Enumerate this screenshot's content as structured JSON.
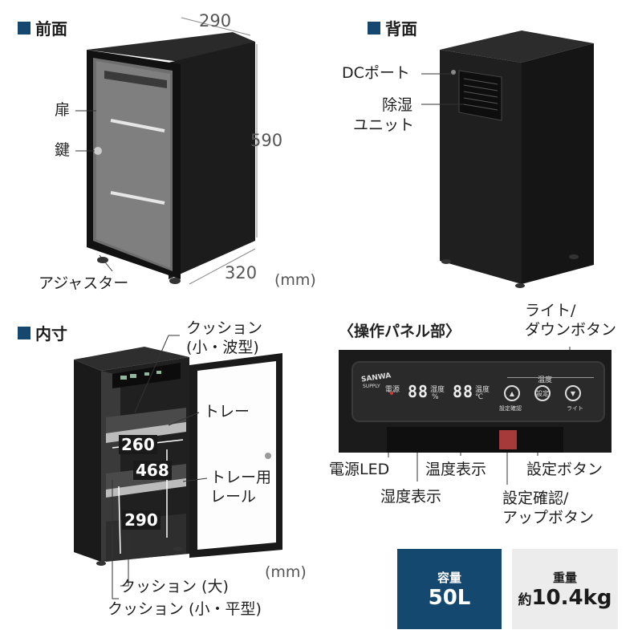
{
  "front": {
    "title": "前面",
    "width": "290",
    "height": "590",
    "depth": "320",
    "unit": "(mm)",
    "door": "扉",
    "key": "鍵",
    "adjuster": "アジャスター"
  },
  "back": {
    "title": "背面",
    "dc_port": "DCポート",
    "dehumid_1": "除湿",
    "dehumid_2": "ユニット"
  },
  "inner": {
    "title": "内寸",
    "cushion_wave_1": "クッション",
    "cushion_wave_2": "(小・波型)",
    "tray": "トレー",
    "tray_rail_1": "トレー用",
    "tray_rail_2": "レール",
    "w": "260",
    "h": "468",
    "d": "290",
    "cushion_large": "クッション (大)",
    "cushion_flat": "クッション (小・平型)",
    "unit": "(mm)"
  },
  "panel": {
    "title": "〈操作パネル部〉",
    "light_down_1": "ライト/",
    "light_down_2": "ダウンボタン",
    "brand_1": "SANWA",
    "brand_2": "SUPPLY",
    "power_small": "電源",
    "humid_small": "湿度",
    "temp_small": "温度",
    "humid_value": "88",
    "temp_value": "88",
    "pct": "%",
    "deg": "℃",
    "setting_small": "温度",
    "btn_set": "設定",
    "btn_confirm_small": "設定確認",
    "btn_light_small": "ライト",
    "power_led": "電源LED",
    "temp_display": "温度表示",
    "humid_display": "湿度表示",
    "set_button": "設定ボタン",
    "confirm_up_1": "設定確認/",
    "confirm_up_2": "アップボタン"
  },
  "specs": {
    "capacity_label": "容量",
    "capacity_value": "50L",
    "weight_label": "重量",
    "weight_prefix": "約",
    "weight_value": "10.4kg"
  },
  "colors": {
    "accent": "#15486e",
    "capacity_bg": "#15486e",
    "weight_bg": "#ececec"
  }
}
